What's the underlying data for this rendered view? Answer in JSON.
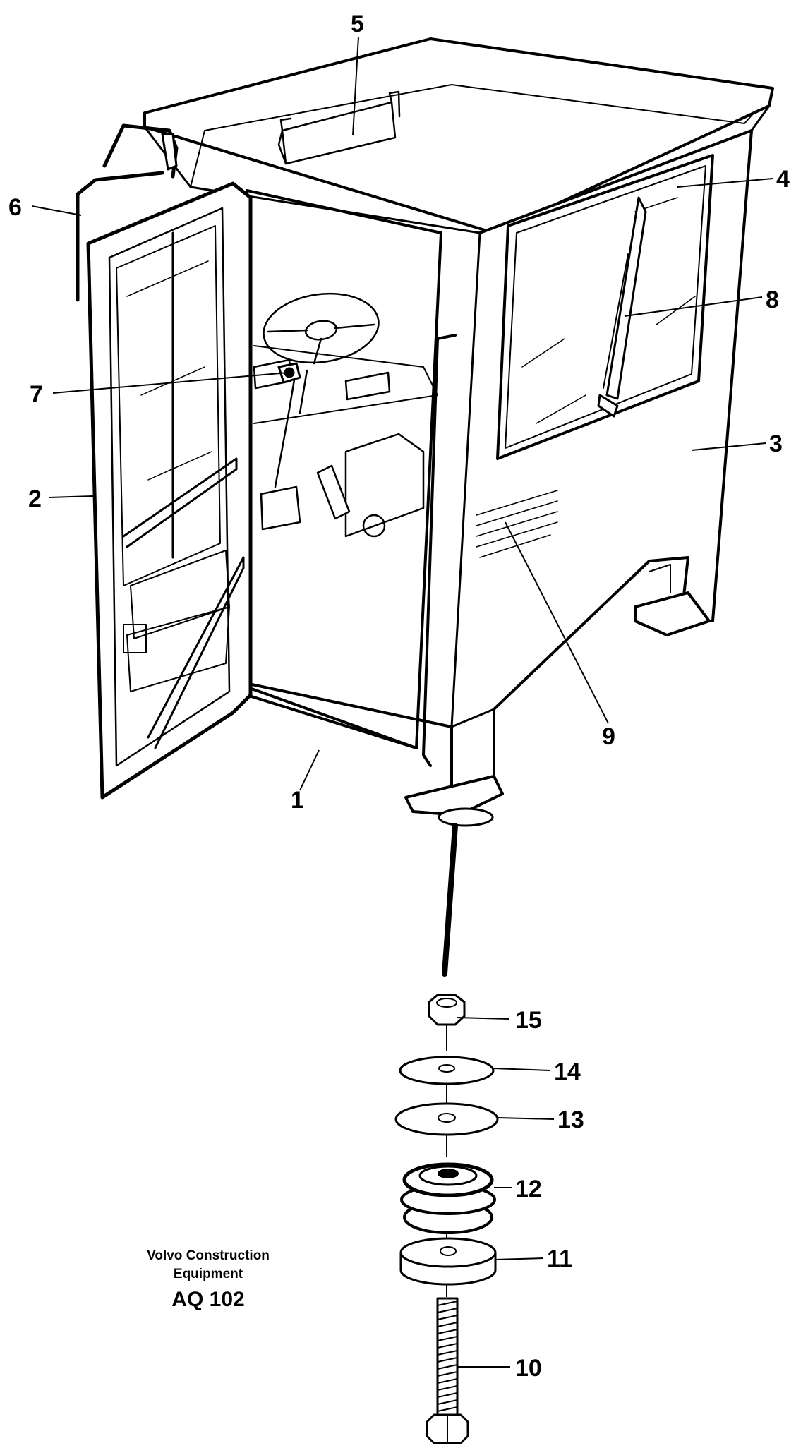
{
  "diagram": {
    "part_numbers": {
      "p1": "1",
      "p2": "2",
      "p3": "3",
      "p4": "4",
      "p5": "5",
      "p6": "6",
      "p7": "7",
      "p8": "8",
      "p9": "9",
      "p10": "10",
      "p11": "11",
      "p12": "12",
      "p13": "13",
      "p14": "14",
      "p15": "15"
    }
  },
  "caption": {
    "line1": "Volvo Construction",
    "line2": "Equipment",
    "code": "AQ 102"
  }
}
